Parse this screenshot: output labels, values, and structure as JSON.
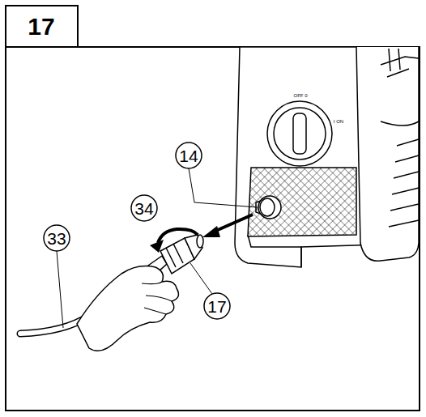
{
  "diagram": {
    "title": "17",
    "labels": [
      "14",
      "34",
      "33",
      "17",
      "OFF 0",
      "I ON"
    ]
  }
}
